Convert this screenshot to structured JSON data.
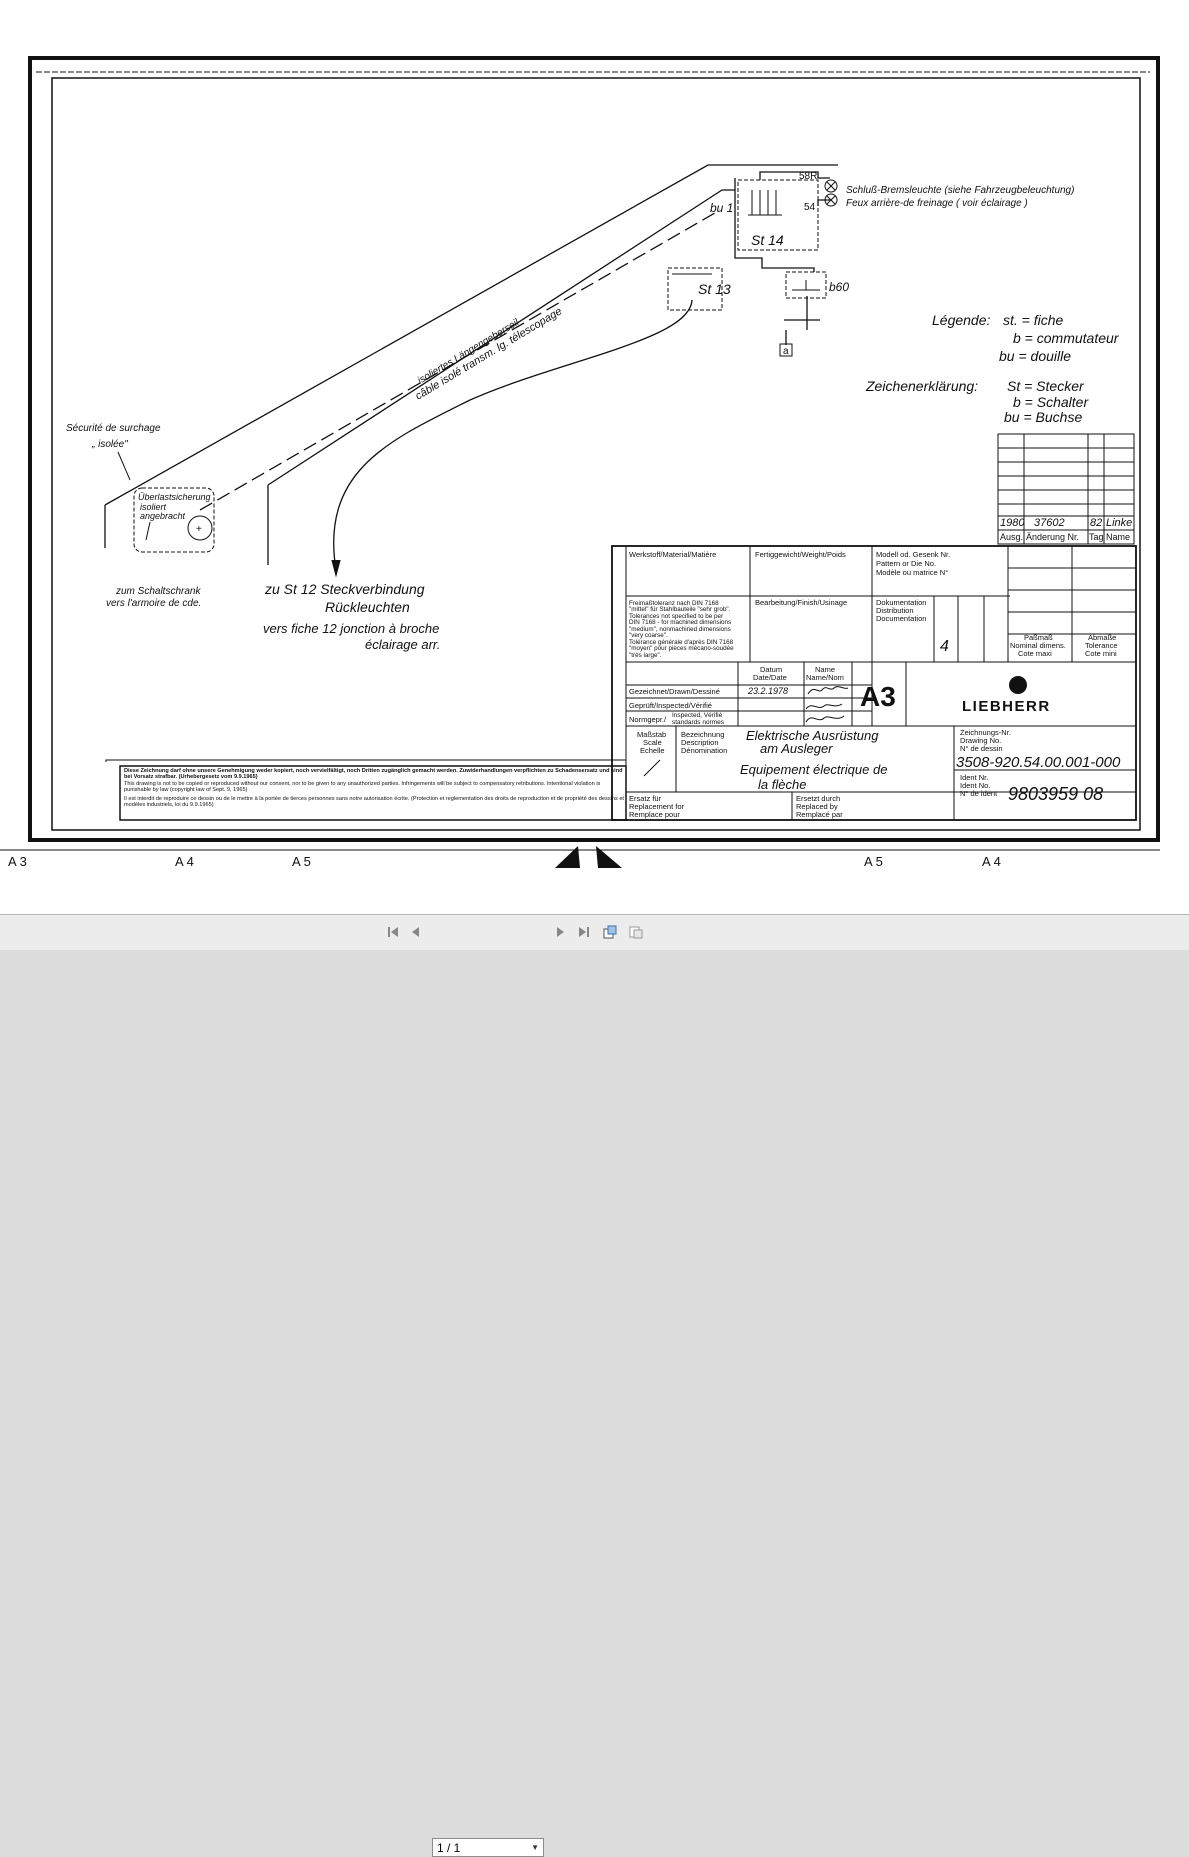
{
  "drawing": {
    "connector_top_right": "St 14",
    "connector_mid": "St 13",
    "socket_label": "bu 1",
    "switch_label": "b60",
    "terminal_a": "a",
    "pin_58r": "58R",
    "pin_54": "54",
    "lamp_de": "Schluß-Bremsleuchte (siehe Fahrzeugbeleuchtung)",
    "lamp_fr": "Feux arrière-de freinage ( voir  éclairage )",
    "cable_de": "isoliertes Längengeberseil",
    "cable_fr": "câble isolé transm. lg. télescopage",
    "overload_fr_1": "Sécurité  de  surchage",
    "overload_fr_2": "„ isolée\"",
    "overload_de_1": "Überlastsicherung",
    "overload_de_2": "isoliert",
    "overload_de_3": "angebracht",
    "cabinet_de": "zum Schaltschrank",
    "cabinet_fr": "vers  l'armoire  de  cde.",
    "st12_de_1": "zu  St 12  Steckverbindung",
    "st12_de_2": "Rückleuchten",
    "st12_fr_1": "vers  fiche 12    jonction  à  broche",
    "st12_fr_2": "éclairage  arr.",
    "legend_title_fr": "Légende:",
    "legend_fr": [
      "st. = fiche",
      "b = commutateur",
      "bu = douille"
    ],
    "legend_title_de": "Zeichenerklärung:",
    "legend_de": [
      "St = Stecker",
      "b = Schalter",
      "bu = Buchse"
    ]
  },
  "revision": {
    "ausg": "1980",
    "aenderung": "37602",
    "tag": "82",
    "name": "Linke",
    "headers": [
      "Ausg.",
      "Änderung Nr.",
      "Tag",
      "Name"
    ]
  },
  "titleblock": {
    "material": "Werkstoff/Material/Matière",
    "weight": "Fertiggewicht/Weight/Poids",
    "model_1": "Modell od. Gesenk Nr.",
    "model_2": "Pattern or Die No.",
    "model_3": "Modèle ou matrice N°",
    "tolerance": [
      "Freimaßtoleranz nach DIN 7168",
      "\"mittel\" für Stahlbauteile \"sehr grob\".",
      "Tolerances not specified to be per",
      "DIN 7168 - for machined dimensions",
      "\"medium\", nonmachined dimensions",
      "\"very coarse\".",
      "Tolérance générale d'après DIN 7168",
      "\"moyen\" pour pièces mécano-soudée",
      "\"très large\"."
    ],
    "finish": "Bearbeitung/Finish/Usinage",
    "doc_1": "Dokumentation",
    "doc_2": "Distribution",
    "doc_3": "Documentation",
    "doc_value": "4",
    "fit_1": "Paßmaß",
    "fit_2": "Nominal dimens.",
    "fit_3": "Cote maxi",
    "tol_1": "Abmaße",
    "tol_2": "Tolerance",
    "tol_3": "Cote mini",
    "date_head_1": "Datum",
    "date_head_2": "Date/Date",
    "name_head_1": "Name",
    "name_head_2": "Name/Nom",
    "drawn": "Gezeichnet/Drawn/Dessiné",
    "drawn_date": "23.2.1978",
    "inspected": "Geprüft/Inspected/Vérifié",
    "norm_1": "Normgepr./",
    "norm_2": "Inspected, Vérifié",
    "norm_3": "standards  normes",
    "format": "A3",
    "brand": "LIEBHERR",
    "scale_1": "Maßstab",
    "scale_2": "Scale",
    "scale_3": "Echelle",
    "desc_1": "Bezeichnung",
    "desc_2": "Description",
    "desc_3": "Dénomination",
    "title_de_1": "Elektrische  Ausrüstung",
    "title_de_2": "am  Ausleger",
    "title_fr_1": "Equipement   électrique  de",
    "title_fr_2": "la  flèche",
    "drawing_no_1": "Zeichnungs-Nr.",
    "drawing_no_2": "Drawing No.",
    "drawing_no_3": "N° de dessin",
    "drawing_no": "3508-920.54.00.001-000",
    "ident_1": "Ident Nr.",
    "ident_2": "Ident No.",
    "ident_3": "N° de ident",
    "ident_no": "9803959 08",
    "replaces_1": "Ersatz für",
    "replaces_2": "Replacement for",
    "replaces_3": "Remplace pour",
    "replaced_1": "Ersetzt durch",
    "replaced_2": "Replaced by",
    "replaced_3": "Remplacé par"
  },
  "copyright": [
    "Diese Zeichnung darf ohne unsere Genehmigung weder kopiert, noch vervielfältigt, noch Dritten zugänglich gemacht werden. Zuwiderhandlungen verpflichten zu Schadensersatz und sind bei Vorsatz strafbar. (Urhebergesetz vom 9.9.1965)",
    "This drawing is not to be copied or reproduced without our consent, nor to be given to any unauthorized parties. Infringements will be subject to compensatory retributions. Intentional violation is punishable by law (copyright law of Sept. 9, 1965)",
    "Il est interdit de reproduire ce dessin ou de le mettre à la portée de tierces personnes sans notre autorisation écrite. (Protection et reglementation des droits de reproduction et de propriété des dessins et modèles industriels, loi du 9.9.1965)"
  ],
  "margin_marks": [
    "A 3",
    "A 4",
    "A 5",
    "A 5",
    "A 4"
  ],
  "viewer": {
    "page_indicator": "1 / 1"
  }
}
